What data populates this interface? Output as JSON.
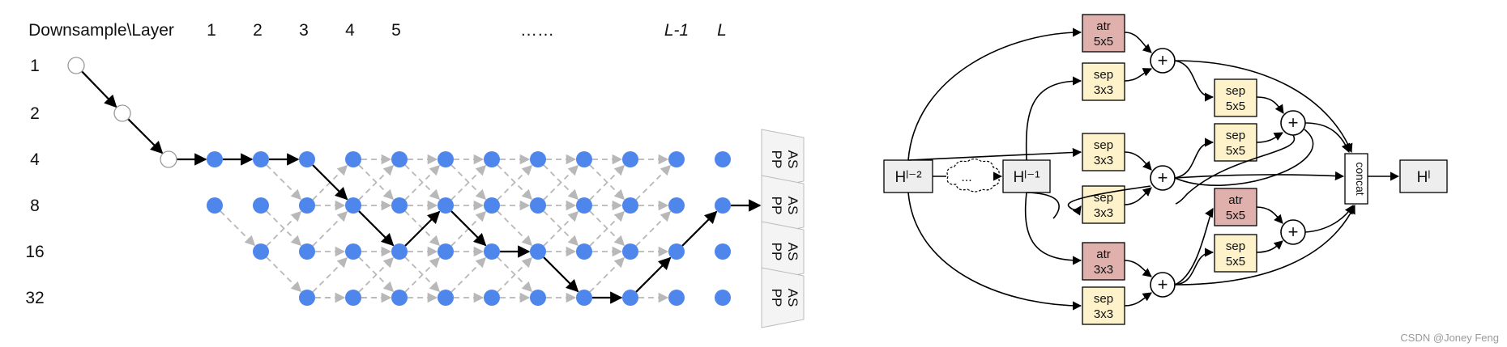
{
  "grid": {
    "header_label": "Downsample\\Layer",
    "layer_labels": [
      "1",
      "2",
      "3",
      "4",
      "5",
      "……",
      "L-1",
      "L"
    ],
    "row_labels": [
      "1",
      "2",
      "4",
      "8",
      "16",
      "32"
    ],
    "aspp_label": [
      "AS",
      "PP"
    ]
  },
  "cell": {
    "inputs": [
      "Hˡ⁻²",
      "Hˡ⁻¹"
    ],
    "ellipsis": "...",
    "ops": [
      {
        "id": "atr5a",
        "line1": "atr",
        "line2": "5x5",
        "kind": "atr"
      },
      {
        "id": "sep3a",
        "line1": "sep",
        "line2": "3x3",
        "kind": "sep"
      },
      {
        "id": "sep5a",
        "line1": "sep",
        "line2": "5x5",
        "kind": "sep"
      },
      {
        "id": "sep5b",
        "line1": "sep",
        "line2": "5x5",
        "kind": "sep"
      },
      {
        "id": "sep3b",
        "line1": "sep",
        "line2": "3x3",
        "kind": "sep"
      },
      {
        "id": "sep3c",
        "line1": "sep",
        "line2": "3x3",
        "kind": "sep"
      },
      {
        "id": "atr5b",
        "line1": "atr",
        "line2": "5x5",
        "kind": "atr"
      },
      {
        "id": "atr3",
        "line1": "atr",
        "line2": "3x3",
        "kind": "atr"
      },
      {
        "id": "sep5c",
        "line1": "sep",
        "line2": "5x5",
        "kind": "sep"
      },
      {
        "id": "sep3d",
        "line1": "sep",
        "line2": "3x3",
        "kind": "sep"
      }
    ],
    "plus": "+",
    "concat": "concat",
    "output": "Hˡ"
  },
  "colors": {
    "node_blue": "#4f86ec",
    "arrow_active": "#000000",
    "arrow_inactive": "#b8b8b8",
    "atr_fill": "#dfb0ac",
    "sep_fill": "#fdf2c9",
    "io_fill": "#eeeeee"
  },
  "watermark": "CSDN @Joney Feng"
}
